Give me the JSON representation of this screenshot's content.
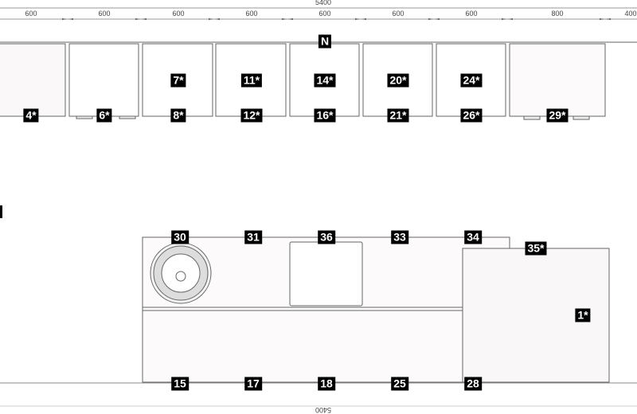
{
  "dimensions": {
    "total_top": "5400",
    "total_bottom": "5400",
    "segments": [
      "600",
      "600",
      "600",
      "600",
      "600",
      "600",
      "600",
      "800",
      "400"
    ]
  },
  "north_label": "N",
  "wall_labels": [
    "4*",
    "6*",
    "7*",
    "8*",
    "11*",
    "12*",
    "14*",
    "16*",
    "20*",
    "21*",
    "24*",
    "26*",
    "29*"
  ],
  "island_labels": [
    "30",
    "31",
    "36",
    "33",
    "34",
    "35*",
    "1*",
    "15",
    "17",
    "18",
    "25",
    "28"
  ],
  "colors": {
    "tag_bg": "#000000",
    "tag_text": "#ffffff",
    "line": "#777777"
  }
}
